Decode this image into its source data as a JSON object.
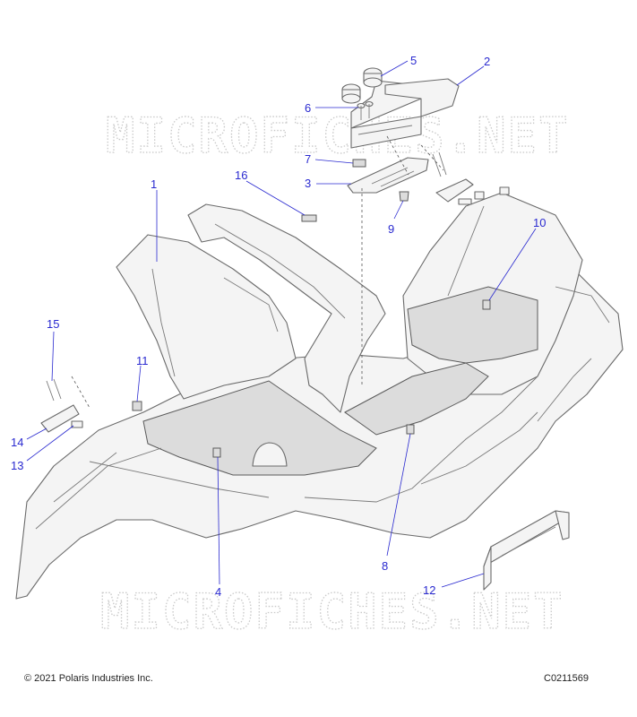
{
  "watermark": "MICROFICHES.NET",
  "footer": {
    "copyright": "© 2021 Polaris Industries Inc.",
    "figure_code": "C0211569"
  },
  "callouts": [
    "1",
    "2",
    "3",
    "4",
    "5",
    "6",
    "7",
    "8",
    "9",
    "10",
    "11",
    "12",
    "13",
    "14",
    "15",
    "16"
  ],
  "colors": {
    "callout": "#2a2ad0",
    "line": "#6a6a6a",
    "watermark": "#c9c9c9"
  }
}
